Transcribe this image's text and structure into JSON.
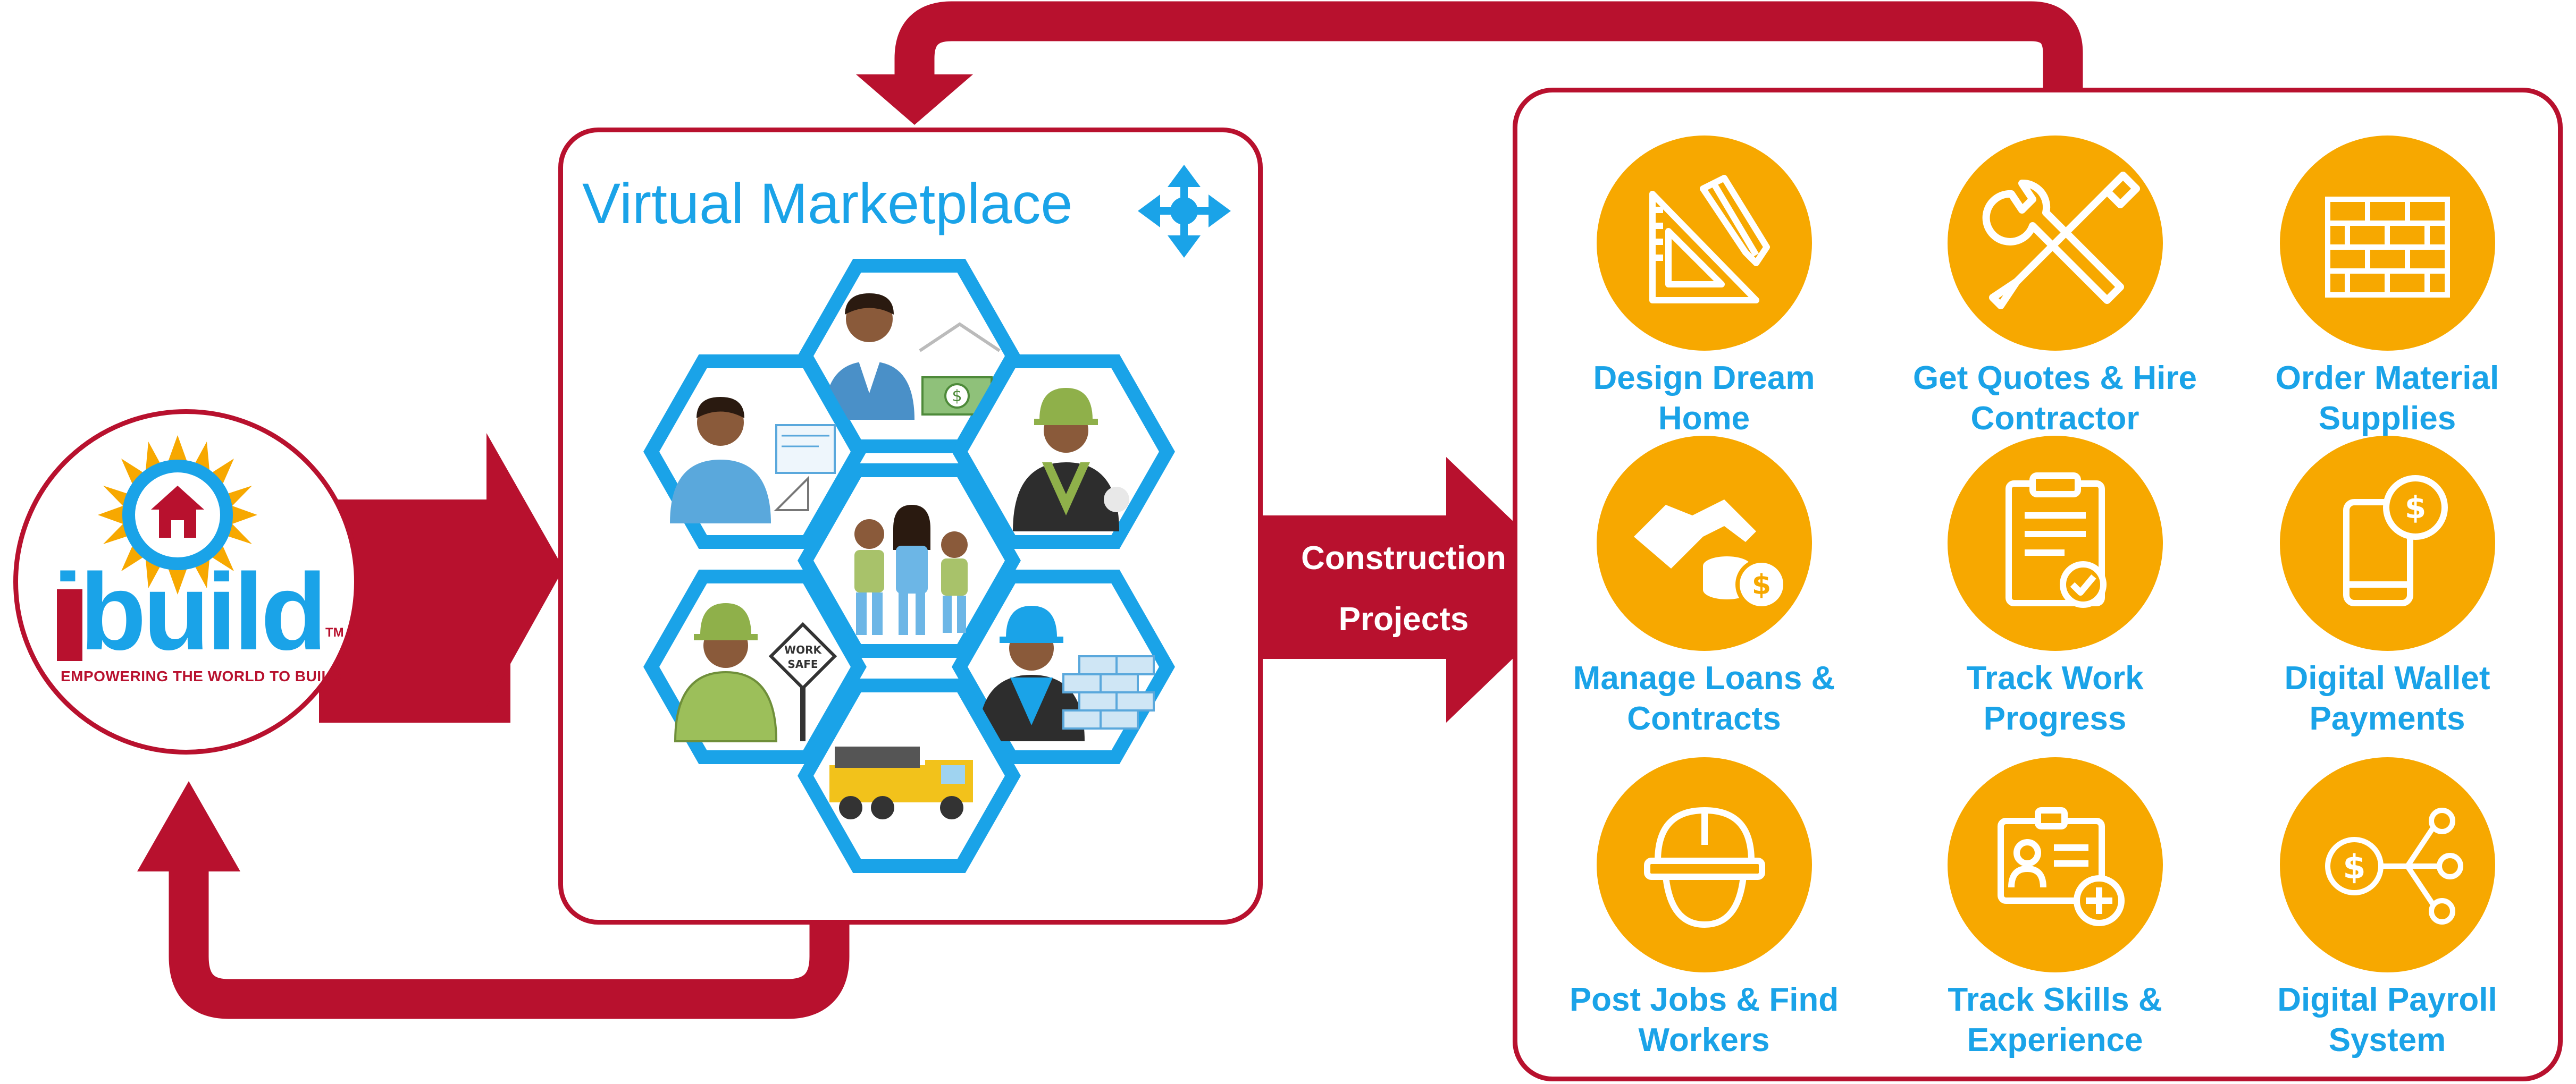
{
  "colors": {
    "crimson": "#b8112e",
    "sky_blue": "#1aa3e8",
    "amber": "#f7a800",
    "white": "#ffffff"
  },
  "logo": {
    "wordmark": "ibuild",
    "trademark": "TM",
    "tagline": "EMPOWERING THE WORLD TO BUILD"
  },
  "marketplace": {
    "title": "Virtual Marketplace",
    "move_icon": "move-arrows-icon",
    "tiles": [
      {
        "name": "architect",
        "icon": "architect-icon"
      },
      {
        "name": "financier",
        "icon": "financier-icon"
      },
      {
        "name": "builder",
        "icon": "builder-icon"
      },
      {
        "name": "homeowner-family",
        "icon": "family-icon"
      },
      {
        "name": "site-worker",
        "icon": "work-safe-sign-icon"
      },
      {
        "name": "mason",
        "icon": "bricklayer-icon"
      },
      {
        "name": "supplier",
        "icon": "truck-icon"
      }
    ],
    "sign_text": [
      "WORK",
      "SAFE"
    ]
  },
  "connector": {
    "line1": "Construction",
    "line2": "Projects"
  },
  "features": [
    {
      "line1": "Design Dream",
      "line2": "Home",
      "icon": "ruler-pencil-icon"
    },
    {
      "line1": "Get Quotes & Hire",
      "line2": "Contractor",
      "icon": "wrench-screwdriver-icon"
    },
    {
      "line1": "Order Material",
      "line2": "Supplies",
      "icon": "brick-wall-icon"
    },
    {
      "line1": "Manage Loans &",
      "line2": "Contracts",
      "icon": "handshake-coins-icon"
    },
    {
      "line1": "Track Work",
      "line2": "Progress",
      "icon": "clipboard-check-icon"
    },
    {
      "line1": "Digital Wallet",
      "line2": "Payments",
      "icon": "phone-dollar-icon"
    },
    {
      "line1": "Post Jobs & Find",
      "line2": "Workers",
      "icon": "hard-hat-icon"
    },
    {
      "line1": "Track Skills &",
      "line2": "Experience",
      "icon": "id-card-plus-icon"
    },
    {
      "line1": "Digital Payroll",
      "line2": "System",
      "icon": "payroll-distribution-icon"
    }
  ]
}
